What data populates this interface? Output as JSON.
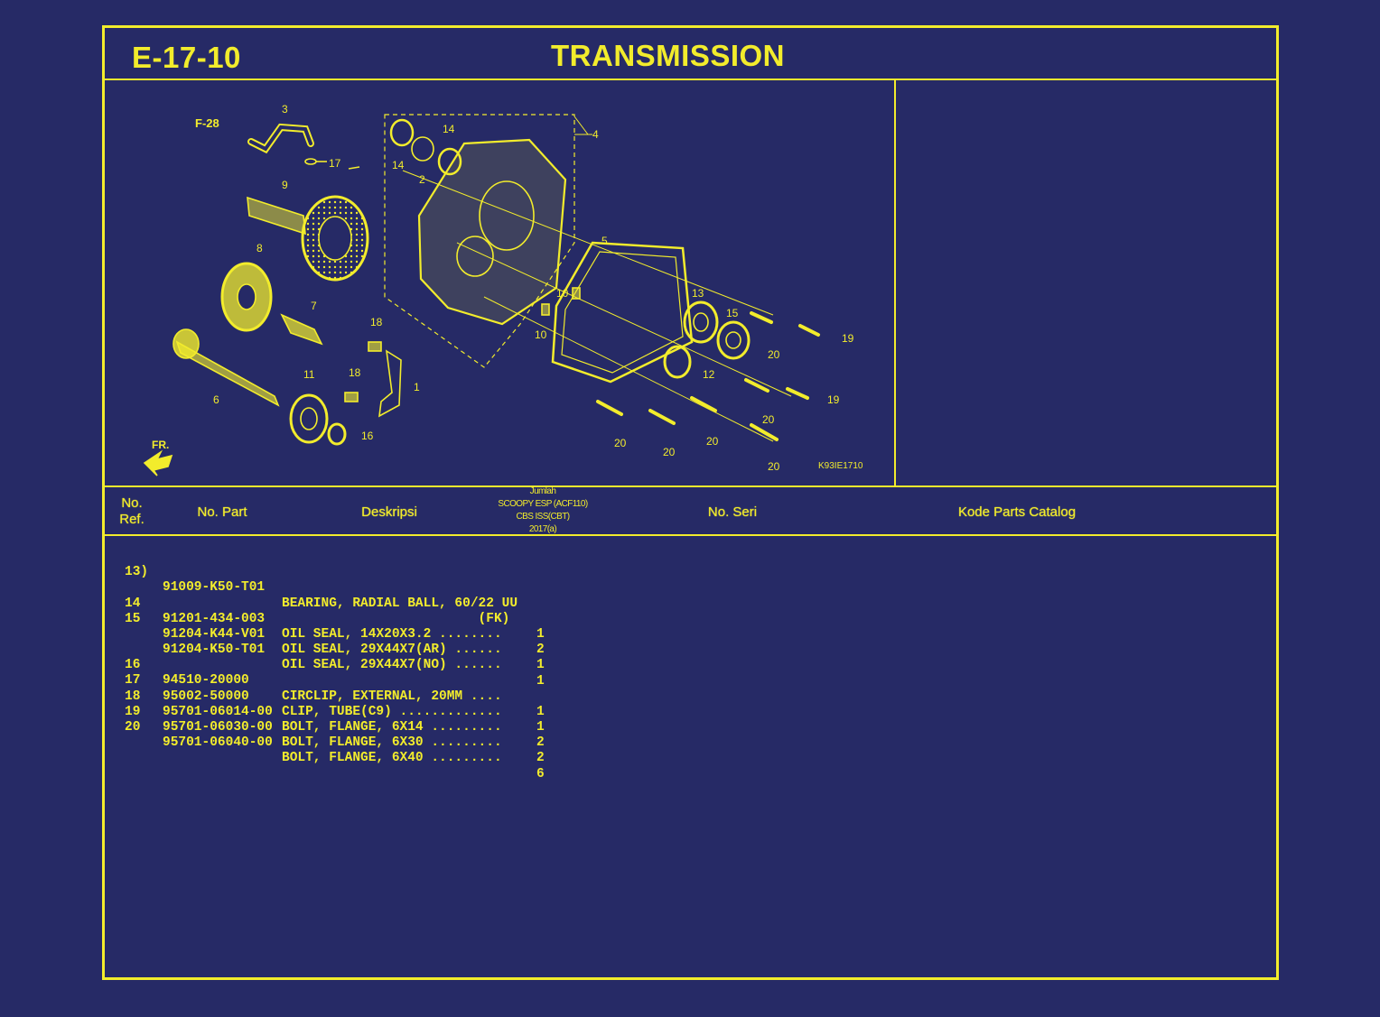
{
  "header": {
    "page_code": "E-17-10",
    "title": "TRANSMISSION"
  },
  "diagram": {
    "code": "K93IE1710",
    "ref_note": "F-28",
    "direction_label": "FR.",
    "callouts": [
      "3",
      "17",
      "9",
      "8",
      "7",
      "6",
      "11",
      "16",
      "18",
      "18",
      "1",
      "14",
      "14",
      "2",
      "4",
      "5",
      "10",
      "10",
      "13",
      "15",
      "12",
      "20",
      "20",
      "20",
      "20",
      "20",
      "20",
      "19",
      "19"
    ]
  },
  "table": {
    "columns": {
      "no_ref": "No. Ref.",
      "no_part": "No. Part",
      "deskripsi": "Deskripsi",
      "jumlah_title": "Jumlah",
      "jumlah_model": "SCOOPY ESP (ACF110)",
      "jumlah_variant": "CBS ISS(CBT)",
      "jumlah_year": "2017(a)",
      "no_seri": "No. Seri",
      "kode_catalog": "Kode Parts Catalog"
    },
    "rows": [
      {
        "ref": "13)",
        "part": "91009-K50-T01",
        "desc": "BEARING, RADIAL BALL, 60/22 UU",
        "qty": ""
      },
      {
        "ref": "",
        "part": "",
        "desc": "                         (FK)",
        "qty": "1"
      },
      {
        "ref": "14",
        "part": "91201-434-003",
        "desc": "OIL SEAL, 14X20X3.2 ........",
        "qty": "2"
      },
      {
        "ref": "15",
        "part": "91204-K44-V01",
        "desc": "OIL SEAL, 29X44X7(AR) ......",
        "qty": "1"
      },
      {
        "ref": "",
        "part": "91204-K50-T01",
        "desc": "OIL SEAL, 29X44X7(NO) ......",
        "qty": "1"
      },
      {
        "ref": "16",
        "part": "94510-20000",
        "desc": "CIRCLIP, EXTERNAL, 20MM ....",
        "qty": "1"
      },
      {
        "ref": "17",
        "part": "95002-50000",
        "desc": "CLIP, TUBE(C9) .............",
        "qty": "1"
      },
      {
        "ref": "18",
        "part": "95701-06014-00",
        "desc": "BOLT, FLANGE, 6X14 .........",
        "qty": "2"
      },
      {
        "ref": "19",
        "part": "95701-06030-00",
        "desc": "BOLT, FLANGE, 6X30 .........",
        "qty": "2"
      },
      {
        "ref": "20",
        "part": "95701-06040-00",
        "desc": "BOLT, FLANGE, 6X40 .........",
        "qty": "6"
      }
    ]
  },
  "colors": {
    "background": "#262a66",
    "accent": "#f2ec2c"
  }
}
